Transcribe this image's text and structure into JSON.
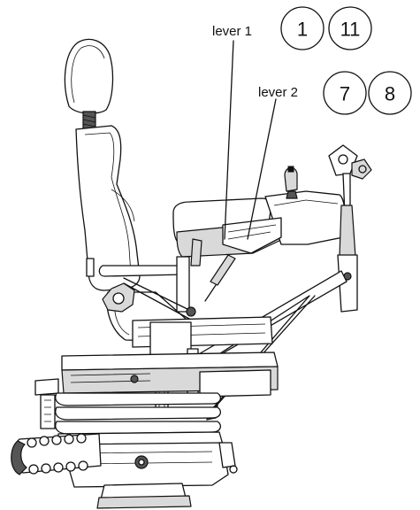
{
  "labels": {
    "lever1": "lever 1",
    "lever2": "lever 2"
  },
  "callouts": {
    "lever1": [
      "1",
      "11"
    ],
    "lever2": [
      "7",
      "8"
    ]
  }
}
